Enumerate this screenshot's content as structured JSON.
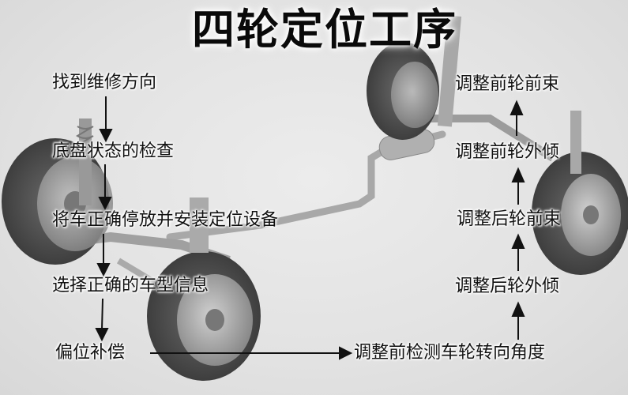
{
  "title": "四轮定位工序",
  "left_steps": [
    {
      "label": "找到维修方向"
    },
    {
      "label": "底盘状态的检查"
    },
    {
      "label": "将车正确停放并安装定位设备"
    },
    {
      "label": "选择正确的车型信息"
    },
    {
      "label": "偏位补偿"
    }
  ],
  "bottom_step": {
    "label": "调整前检测车轮转向角度"
  },
  "right_steps": [
    {
      "label": "调整后轮外倾"
    },
    {
      "label": "调整后轮前束"
    },
    {
      "label": "调整前轮外倾"
    },
    {
      "label": "调整前轮前束"
    }
  ],
  "colors": {
    "background": "#e4e4e4",
    "text": "#111111",
    "arrow": "#111111",
    "tire": "#4a4a4a",
    "rim": "#9a9a9a"
  }
}
